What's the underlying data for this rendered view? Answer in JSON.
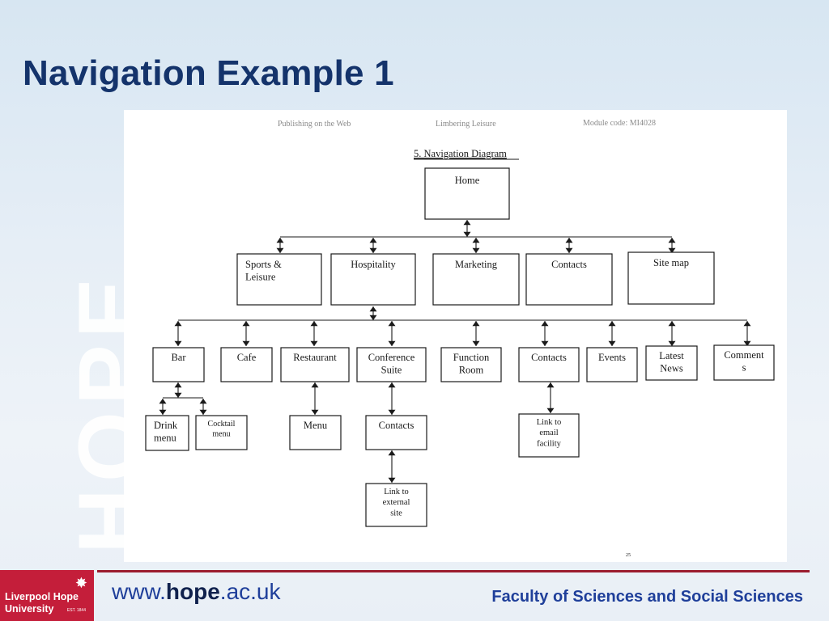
{
  "slide": {
    "title": "Navigation Example 1",
    "watermark": "HOPE",
    "footer": {
      "url_prefix": "www.",
      "url_bold": "hope",
      "url_suffix": ".ac.uk",
      "faculty": "Faculty of Sciences and Social Sciences",
      "logo_line1": "Liverpool Hope",
      "logo_line2": "University",
      "logo_est": "EST. 1844"
    }
  },
  "document": {
    "header_left": "Publishing on the Web",
    "header_center": "Limbering Leisure",
    "header_right": "Module code: MI4028",
    "diagram_title": "5. Navigation Diagram",
    "page_mark": "25"
  },
  "diagram": {
    "nodes": {
      "home": [
        "Home"
      ],
      "sports": [
        "Sports &",
        "Leisure"
      ],
      "hospitality": [
        "Hospitality"
      ],
      "marketing": [
        "Marketing"
      ],
      "contacts1": [
        "Contacts"
      ],
      "sitemap": [
        "Site map"
      ],
      "bar": [
        "Bar"
      ],
      "cafe": [
        "Cafe"
      ],
      "restaurant": [
        "Restaurant"
      ],
      "conference": [
        "Conference",
        "Suite"
      ],
      "function": [
        "Function",
        "Room"
      ],
      "contacts2": [
        "Contacts"
      ],
      "events": [
        "Events"
      ],
      "news": [
        "Latest",
        "News"
      ],
      "comments": [
        "Comment",
        "s"
      ],
      "drink": [
        "Drink",
        "menu"
      ],
      "cocktail": [
        "Cocktail",
        "menu"
      ],
      "menu": [
        "Menu"
      ],
      "contacts3": [
        "Contacts"
      ],
      "email": [
        "Link to",
        "email",
        "facility"
      ],
      "external": [
        "Link to",
        "external",
        "site"
      ]
    }
  }
}
